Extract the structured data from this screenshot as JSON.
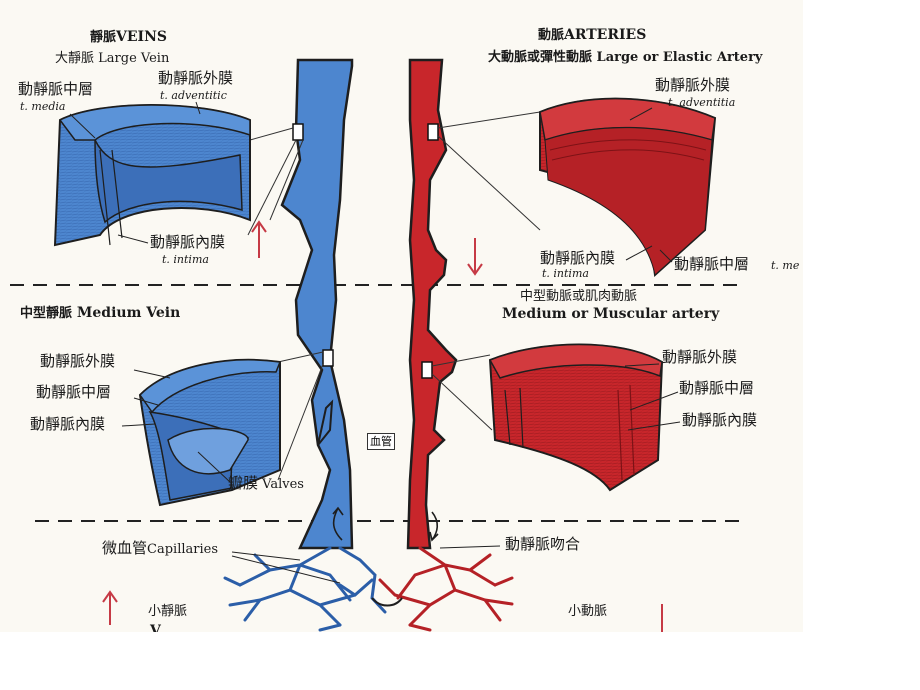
{
  "veins": {
    "header_cn": "靜脈",
    "header_en": "VEINS",
    "large": {
      "title_cn": "大靜脈",
      "title_en": "Large Vein",
      "media_cn": "動靜脈中層",
      "media_latin": "t. media",
      "adventitia_cn": "動靜脈外膜",
      "adventitia_latin": "t. adventitic",
      "intima_cn": "動靜脈內膜",
      "intima_latin": "t. intima"
    },
    "medium": {
      "title_cn": "中型靜脈",
      "title_en": "Medium Vein",
      "adventitia_cn": "動靜脈外膜",
      "media_cn": "動靜脈中層",
      "intima_cn": "動靜脈內膜",
      "valves_cn": "瓣膜",
      "valves_en": "Valves"
    },
    "small_cn": "小靜脈",
    "small_en_partial": "V"
  },
  "arteries": {
    "header_cn": "動脈",
    "header_en": "ARTERIES",
    "large": {
      "title_cn": "大動脈或彈性動脈",
      "title_en": "Large or Elastic Artery",
      "adventitia_cn": "動靜脈外膜",
      "adventitia_latin": "t. adventitia",
      "intima_cn": "動靜脈內膜",
      "intima_latin": "t. intima",
      "media_cn": "動靜脈中層",
      "media_latin": "t. me"
    },
    "medium": {
      "title_cn": "中型動脈或肌肉動脈",
      "title_en": "Medium or Muscular artery",
      "adventitia_cn": "動靜脈外膜",
      "media_cn": "動靜脈中層",
      "intima_cn": "動靜脈內膜"
    },
    "small_cn": "小動脈"
  },
  "center_label": "血管",
  "capillaries_cn": "微血管",
  "capillaries_en": "Capillaries",
  "anastomosis_cn": "動靜脈吻合",
  "colors": {
    "vein": "#4d86cf",
    "vein_dark": "#2b5ea8",
    "artery": "#c8262b",
    "artery_dark": "#8c1317",
    "arrow": "#c63a45",
    "outline": "#1e1e1e"
  }
}
